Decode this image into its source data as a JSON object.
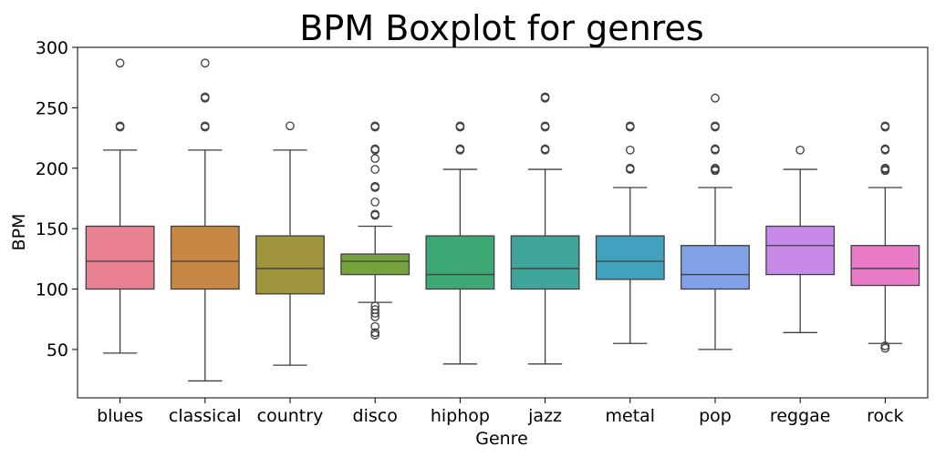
{
  "chart_data": {
    "type": "boxplot",
    "title": "BPM Boxplot for genres",
    "xlabel": "Genre",
    "ylabel": "BPM",
    "ylim": [
      10,
      300
    ],
    "yticks": [
      50,
      100,
      150,
      200,
      250,
      300
    ],
    "grid": false,
    "legend": "none",
    "categories": [
      "blues",
      "classical",
      "country",
      "disco",
      "hiphop",
      "jazz",
      "metal",
      "pop",
      "reggae",
      "rock"
    ],
    "boxes": [
      {
        "category": "blues",
        "color": "#e8808f",
        "whisker_low": 47,
        "q1": 100,
        "median": 123,
        "q3": 152,
        "whisker_high": 215,
        "outliers": [
          234,
          235,
          287
        ]
      },
      {
        "category": "classical",
        "color": "#c88845",
        "whisker_low": 24,
        "q1": 100,
        "median": 123,
        "q3": 152,
        "whisker_high": 215,
        "outliers": [
          234,
          235,
          258,
          259,
          287
        ]
      },
      {
        "category": "country",
        "color": "#a0953d",
        "whisker_low": 37,
        "q1": 96,
        "median": 117,
        "q3": 144,
        "whisker_high": 215,
        "outliers": [
          235
        ]
      },
      {
        "category": "disco",
        "color": "#76a33d",
        "whisker_low": 89,
        "q1": 112,
        "median": 123,
        "q3": 129,
        "whisker_high": 152,
        "outliers": [
          62,
          64,
          69,
          77,
          80,
          83,
          86,
          161,
          162,
          172,
          184,
          185,
          199,
          208,
          215,
          216,
          234,
          235
        ]
      },
      {
        "category": "hiphop",
        "color": "#3ea874",
        "whisker_low": 38,
        "q1": 100,
        "median": 112,
        "q3": 144,
        "whisker_high": 199,
        "outliers": [
          215,
          216,
          234,
          235
        ]
      },
      {
        "category": "jazz",
        "color": "#3fa59a",
        "whisker_low": 38,
        "q1": 100,
        "median": 117,
        "q3": 144,
        "whisker_high": 199,
        "outliers": [
          215,
          216,
          234,
          235,
          258,
          259
        ]
      },
      {
        "category": "metal",
        "color": "#42a2bd",
        "whisker_low": 55,
        "q1": 108,
        "median": 123,
        "q3": 144,
        "whisker_high": 184,
        "outliers": [
          199,
          200,
          215,
          234,
          235
        ]
      },
      {
        "category": "pop",
        "color": "#80a0e8",
        "whisker_low": 50,
        "q1": 100,
        "median": 112,
        "q3": 136,
        "whisker_high": 184,
        "outliers": [
          198,
          199,
          200,
          215,
          216,
          234,
          235,
          258
        ]
      },
      {
        "category": "reggae",
        "color": "#c88ae8",
        "whisker_low": 64,
        "q1": 112,
        "median": 136,
        "q3": 152,
        "whisker_high": 199,
        "outliers": [
          215
        ]
      },
      {
        "category": "rock",
        "color": "#e87ac8",
        "whisker_low": 55,
        "q1": 103,
        "median": 117,
        "q3": 136,
        "whisker_high": 184,
        "outliers": [
          51,
          53,
          198,
          199,
          200,
          215,
          216,
          234,
          235
        ]
      }
    ]
  }
}
